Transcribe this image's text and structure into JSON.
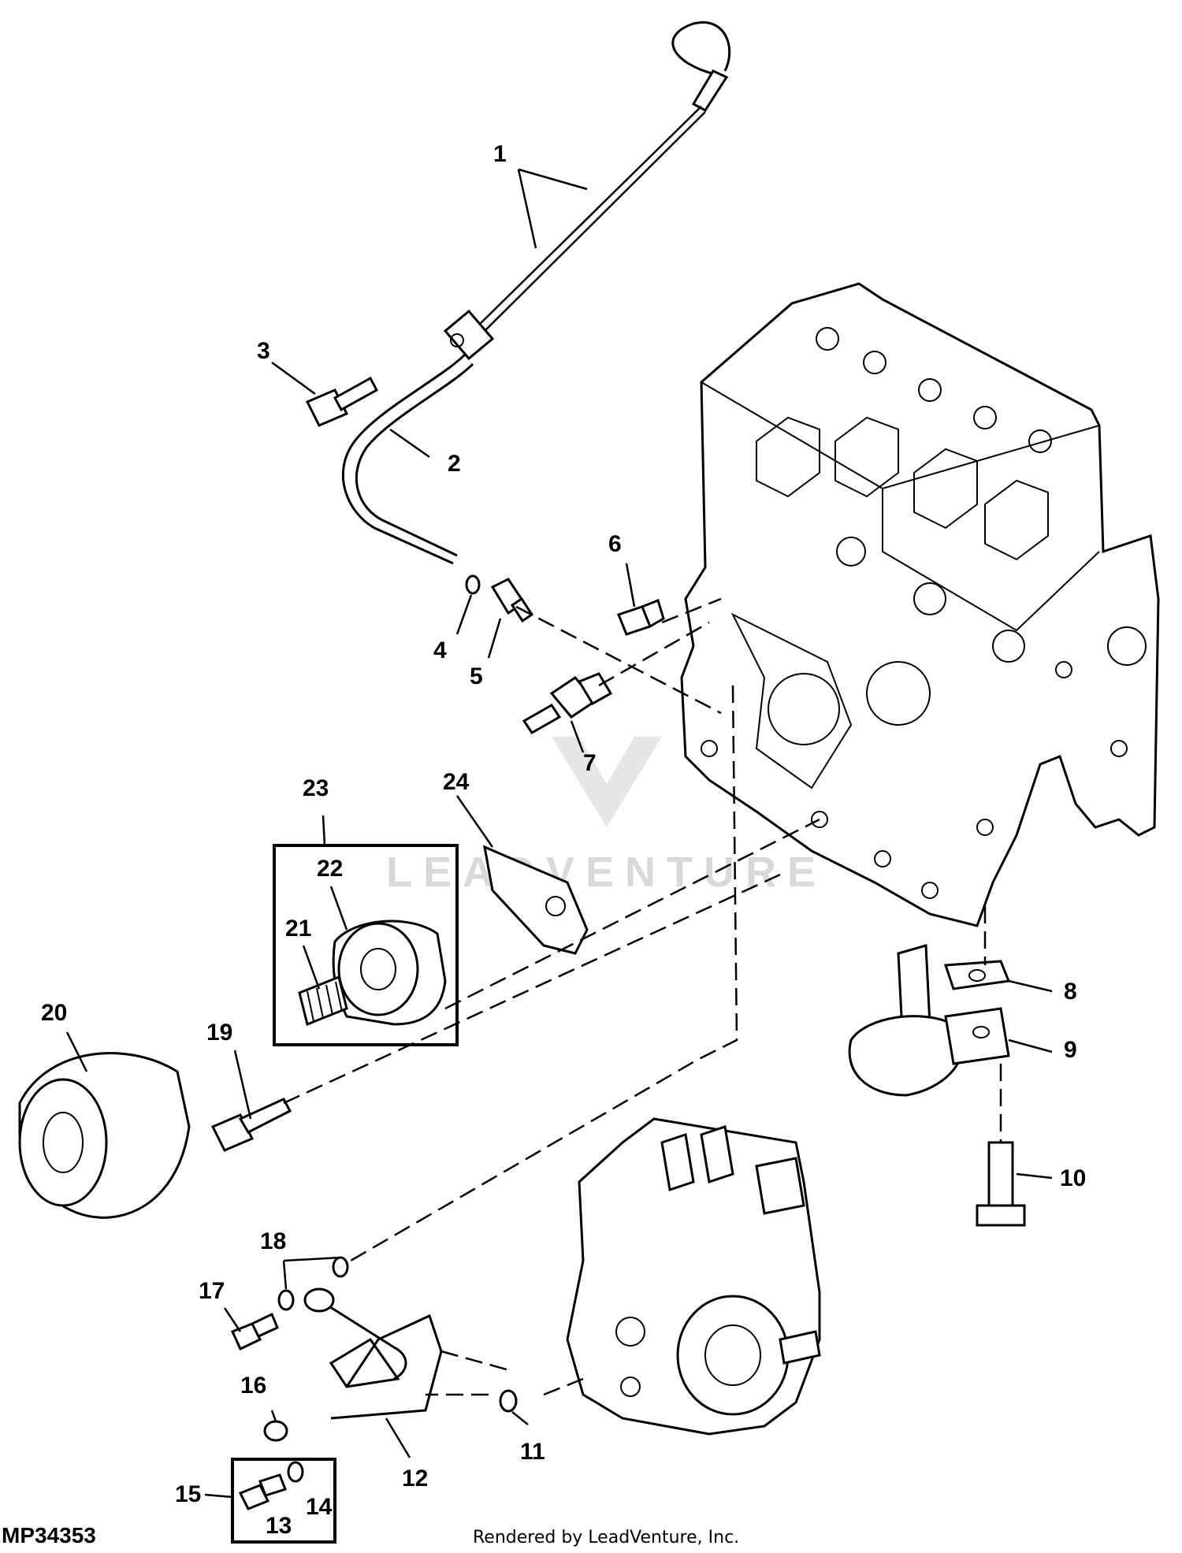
{
  "figure_id": "MP34353",
  "credit": "Rendered by LeadVenture, Inc.",
  "watermark": "LEADVENTURE",
  "callouts": [
    "1",
    "2",
    "3",
    "4",
    "5",
    "6",
    "7",
    "8",
    "9",
    "10",
    "11",
    "12",
    "13",
    "14",
    "15",
    "16",
    "17",
    "18",
    "19",
    "20",
    "21",
    "22",
    "23",
    "24"
  ],
  "icons": [
    "dipstick-icon",
    "guide-tube-icon",
    "engine-block-icon",
    "injection-pump-icon",
    "oil-filter-icon",
    "oil-filter-base-icon",
    "oil-strainer-icon"
  ]
}
